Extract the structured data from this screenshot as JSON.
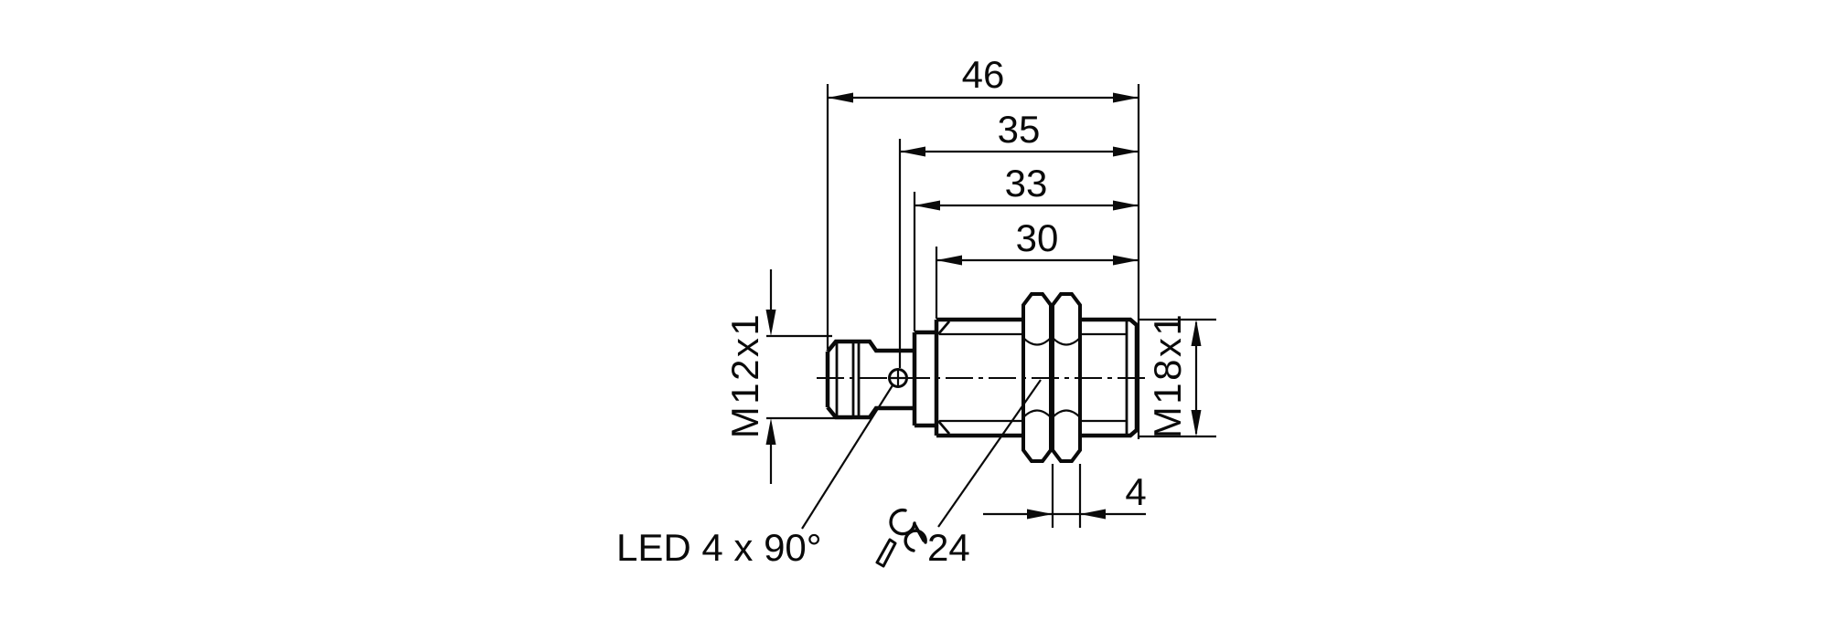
{
  "background_color": "#ffffff",
  "line_color": "#0a0a0a",
  "drawing": {
    "dimensions": {
      "horizontal": [
        {
          "name": "overall-length",
          "label": "46"
        },
        {
          "name": "length-to-collar",
          "label": "35"
        },
        {
          "name": "length-to-step",
          "label": "33"
        },
        {
          "name": "thread-length",
          "label": "30"
        }
      ],
      "connector_thread": "M12x1",
      "barrel_thread": "M18x1",
      "nut_width": "4"
    },
    "annotations": {
      "led_note": "LED 4 x 90°",
      "wrench_size": "24"
    }
  }
}
